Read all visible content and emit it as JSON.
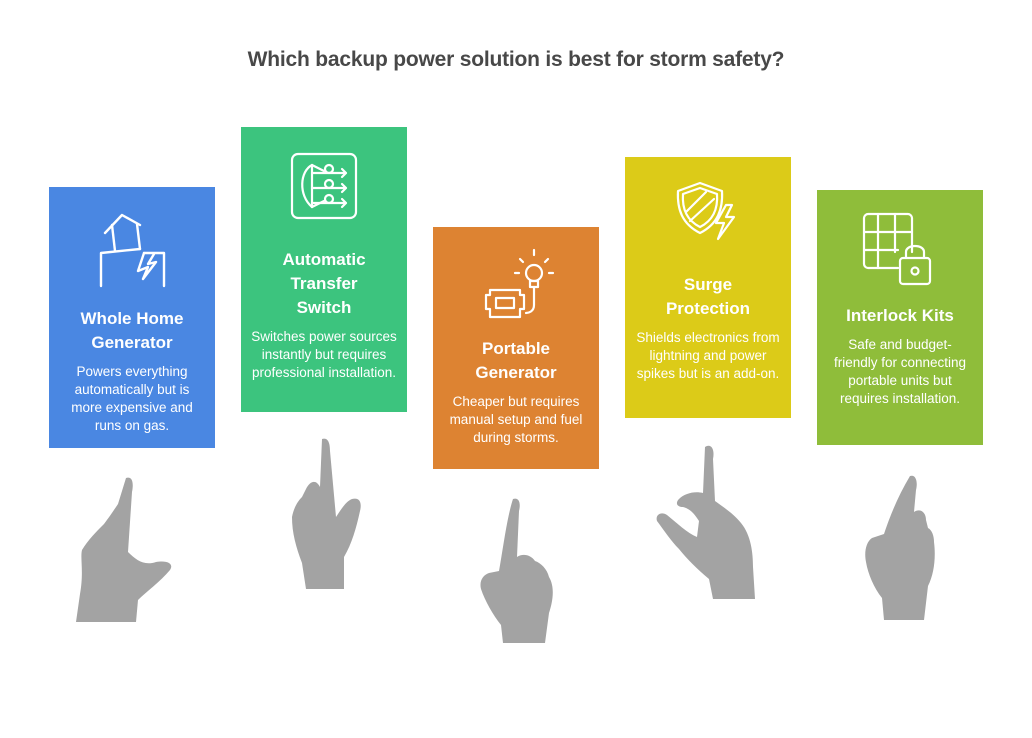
{
  "title": "Which backup power solution is best for storm safety?",
  "colors": {
    "title_text": "#484848",
    "hand_gray": "#a3a3a3"
  },
  "options": [
    {
      "heading": "Whole Home Generator",
      "description": "Powers everything automatically but is more expensive and runs on gas.",
      "icon": "house-lightning-icon",
      "color": "#4a87e2"
    },
    {
      "heading": "Automatic Transfer Switch",
      "description": "Switches power sources instantly but requires professional installation.",
      "icon": "switch-outputs-icon",
      "color": "#3cc47e"
    },
    {
      "heading": "Portable Generator",
      "description": "Cheaper but requires manual setup and fuel during storms.",
      "icon": "generator-bulb-icon",
      "color": "#dd8332"
    },
    {
      "heading": "Surge Protection",
      "description": "Shields electronics from lightning and power spikes but is an add-on.",
      "icon": "shield-lightning-icon",
      "color": "#dccb18"
    },
    {
      "heading": "Interlock Kits",
      "description": "Safe and budget-friendly for connecting portable units but requires installation.",
      "icon": "grid-lock-icon",
      "color": "#8fbd3a"
    }
  ]
}
